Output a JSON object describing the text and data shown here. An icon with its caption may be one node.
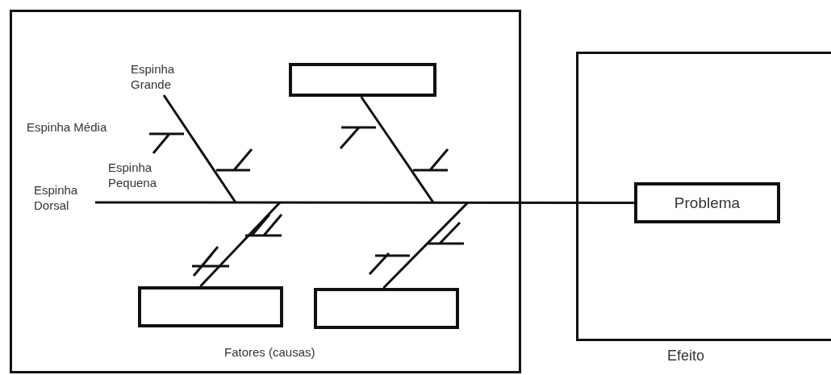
{
  "diagram": {
    "nodes": [
      {
        "text": [
          "Fatores (causas)"
        ]
      },
      {
        "text": [],
        "shape": "box",
        "in": 0
      },
      {
        "text": [],
        "shape": "box",
        "in": 0
      },
      {
        "text": [],
        "shape": "box",
        "in": 0
      },
      {
        "text": [
          "Efeito"
        ]
      },
      {
        "text": [
          "Problema"
        ],
        "in": 4
      }
    ],
    "edges": [
      {
        "from": null,
        "to": 5,
        "arrow": "none"
      },
      {
        "from": 1,
        "to": null,
        "arrow": "none"
      },
      {
        "from": 2,
        "to": null,
        "arrow": "none"
      },
      {
        "from": 3,
        "to": null,
        "arrow": "none"
      }
    ],
    "labels": [
      "Espinha Grande",
      "Espinha Média",
      "Espinha Pequena",
      "Espinha Dorsal"
    ]
  }
}
